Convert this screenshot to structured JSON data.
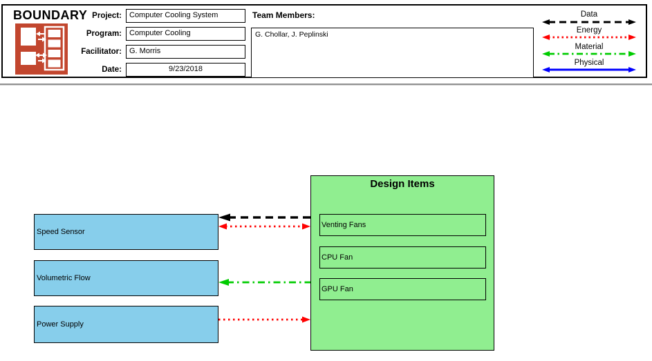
{
  "header": {
    "title": "BOUNDARY",
    "icon_color": "#c2462e",
    "fields": [
      {
        "label": "Project:",
        "value": "Computer Cooling System"
      },
      {
        "label": "Program:",
        "value": "Computer Cooling"
      },
      {
        "label": "Facilitator:",
        "value": "G. Morris"
      },
      {
        "label": "Date:",
        "value": "9/23/2018"
      }
    ],
    "team": {
      "label": "Team Members:",
      "value": "G. Chollar, J. Peplinski"
    }
  },
  "legend": {
    "items": [
      {
        "label": "Data",
        "color": "#000000",
        "line_style": "dashed"
      },
      {
        "label": "Energy",
        "color": "#ff0000",
        "line_style": "dotted"
      },
      {
        "label": "Material",
        "color": "#00cc00",
        "line_style": "dash-dot"
      },
      {
        "label": "Physical",
        "color": "#0000ff",
        "line_style": "solid"
      }
    ]
  },
  "diagram": {
    "design_items": {
      "title": "Design Items",
      "fill": "#90ee90",
      "items": [
        "Venting Fans",
        "CPU Fan",
        "GPU Fan"
      ]
    },
    "external_items": {
      "fill": "#87ceeb",
      "items": [
        "Speed Sensor",
        "Volumetric Flow",
        "Power Supply"
      ]
    },
    "connections": [
      {
        "from": "Design Items",
        "to": "Speed Sensor",
        "type": "Data",
        "direction": "to-left"
      },
      {
        "from": "Venting Fans",
        "to": "Speed Sensor",
        "type": "Energy",
        "direction": "both"
      },
      {
        "from": "GPU Fan",
        "to": "Volumetric Flow",
        "type": "Material",
        "direction": "to-left"
      },
      {
        "from": "Power Supply",
        "to": "Design Items",
        "type": "Energy",
        "direction": "to-right"
      }
    ]
  }
}
